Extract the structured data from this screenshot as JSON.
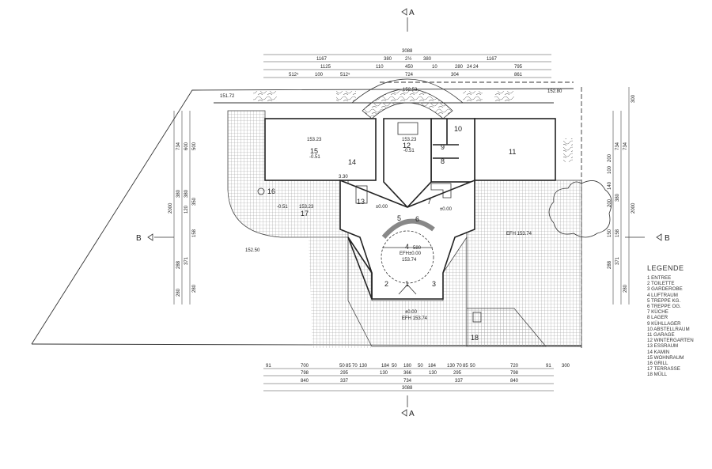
{
  "title": "Grundriss Erdgeschoss",
  "section_markers": {
    "a_top": "A",
    "a_bottom": "A",
    "b_left": "B",
    "b_right": "B"
  },
  "legend": {
    "title": "LEGENDE",
    "items": [
      "1 ENTREE",
      "2 TOILETTE",
      "3 GARDEROBE",
      "4 LUFTRAUM",
      "5 TREPPE  KG.",
      "6 TREPPE  OG.",
      "7 KÜCHE",
      "8 LAGER",
      "9 KÜHLLAGER",
      "10 ABSTELLRAUM",
      "11 GARAGE",
      "12 WINTERGARTEN",
      "13 ESSRAUM",
      "14 KAMIN",
      "15 WOHNRAUM",
      "16 GRILL",
      "17 TERRASSE",
      "18 MÜLL"
    ]
  },
  "rooms": {
    "r1": "1",
    "r2": "2",
    "r3": "3",
    "r4": "4",
    "r5": "5",
    "r6": "6",
    "r7": "7",
    "r8": "8",
    "r9": "9",
    "r10": "10",
    "r11": "11",
    "r12": "12",
    "r13": "13",
    "r14": "14",
    "r15": "15",
    "r16": "16",
    "r17": "17",
    "r18": "18"
  },
  "levels": {
    "garden_top": "152.53",
    "garden_right": "152.80",
    "boundary": "151.72",
    "r15": "153.23",
    "r15_off": "-0.51",
    "r12": "153.23",
    "r12_off": "-0.51",
    "r17": "153.23",
    "r17_off": "-0.51",
    "r13": "±0.00",
    "r7": "±0.00",
    "hall_efh": "EFH±0.00",
    "hall": "153.74",
    "hall_dia": "580",
    "terrace_right": "EFH 153.74",
    "garden_left": "152.50",
    "entry": "±0.00",
    "entry_efh": "EFH  153.74",
    "kamin": "3.30"
  },
  "dims_top": {
    "row1": [
      "3088"
    ],
    "row2": [
      "1167",
      "380",
      "2½",
      "380",
      "1167"
    ],
    "row3": [
      "1125",
      "110",
      "450",
      "10",
      "280",
      "24",
      "24",
      "795"
    ],
    "row4": [
      "512⁵",
      "100",
      "512⁵",
      "724",
      "304",
      "861"
    ]
  },
  "dims_bottom": {
    "row1": [
      "91",
      "700",
      "50",
      "85",
      "70",
      "130",
      "184",
      "50",
      "180",
      "50",
      "184",
      "130",
      "70",
      "85",
      "50",
      "720",
      "91",
      "300"
    ],
    "row2": [
      "798",
      "295",
      "130",
      "366",
      "130",
      "295",
      "798"
    ],
    "row3": [
      "840",
      "337",
      "734",
      "337",
      "840"
    ],
    "row4": [
      "3088"
    ]
  },
  "dims_left": [
    "2000",
    "734",
    "600",
    "500",
    "380",
    "380",
    "120",
    "350",
    "158",
    "288",
    "371",
    "280",
    "280"
  ],
  "dims_right": [
    "300",
    "734",
    "734",
    "200",
    "100",
    "140",
    "380",
    "200",
    "150",
    "158",
    "371",
    "288",
    "280"
  ]
}
